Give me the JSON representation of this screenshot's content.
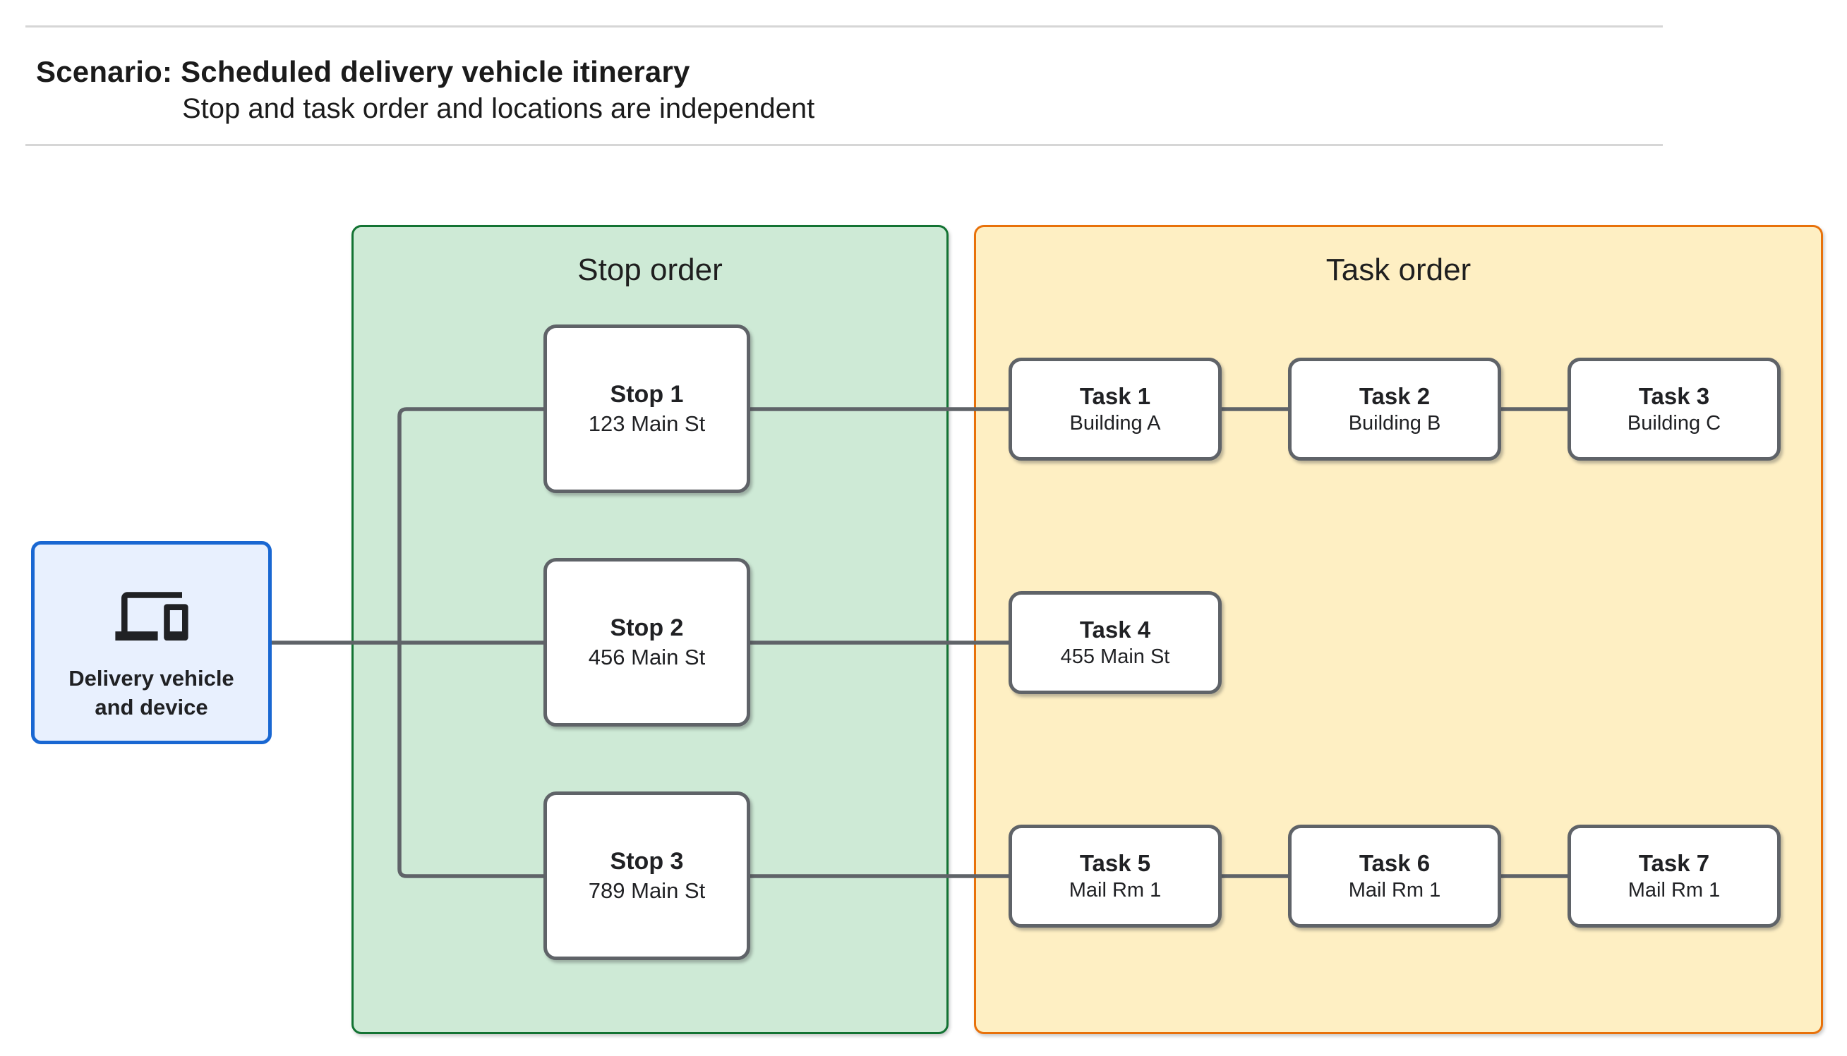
{
  "header": {
    "title": "Scenario: Scheduled delivery vehicle itinerary",
    "subtitle": "Stop and task order and locations are independent"
  },
  "device_node": {
    "label": "Delivery vehicle and device",
    "icon": "devices-icon"
  },
  "stop_panel": {
    "title": "Stop order",
    "nodes": [
      {
        "title": "Stop 1",
        "subtitle": "123 Main St"
      },
      {
        "title": "Stop 2",
        "subtitle": "456 Main St"
      },
      {
        "title": "Stop 3",
        "subtitle": "789 Main St"
      }
    ]
  },
  "task_panel": {
    "title": "Task order",
    "rows": [
      [
        {
          "title": "Task 1",
          "subtitle": "Building A"
        },
        {
          "title": "Task 2",
          "subtitle": "Building B"
        },
        {
          "title": "Task 3",
          "subtitle": "Building C"
        }
      ],
      [
        {
          "title": "Task 4",
          "subtitle": "455 Main St"
        }
      ],
      [
        {
          "title": "Task 5",
          "subtitle": "Mail Rm 1"
        },
        {
          "title": "Task 6",
          "subtitle": "Mail Rm 1"
        },
        {
          "title": "Task 7",
          "subtitle": "Mail Rm 1"
        }
      ]
    ]
  },
  "colors": {
    "device_border": "#1967d2",
    "device_fill": "#e8f0fe",
    "stop_panel_border": "#137333",
    "stop_panel_fill": "#ceead6",
    "task_panel_border": "#e8710a",
    "task_panel_fill": "#feefc3",
    "node_border": "#5f6368",
    "connector": "#5f6368"
  }
}
